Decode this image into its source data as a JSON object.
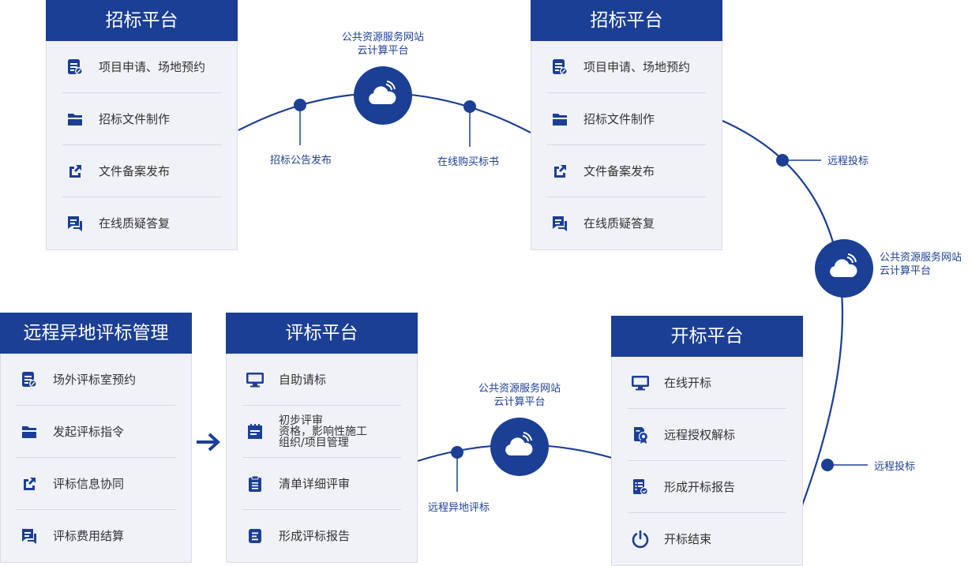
{
  "colors": {
    "primary": "#1b3f95",
    "card_bg": "#f1f2f8",
    "text": "#333333"
  },
  "cloud_caption": "公共资源服务网站\n云计算平台",
  "cards": {
    "bidding_1": {
      "title": "招标平台",
      "items": [
        {
          "icon": "document-edit-icon",
          "label": "项目申请、场地预约"
        },
        {
          "icon": "folder-icon",
          "label": "招标文件制作"
        },
        {
          "icon": "external-link-icon",
          "label": "文件备案发布"
        },
        {
          "icon": "chat-icon",
          "label": "在线质疑答复"
        }
      ]
    },
    "bidding_2": {
      "title": "招标平台",
      "items": [
        {
          "icon": "document-edit-icon",
          "label": "项目申请、场地预约"
        },
        {
          "icon": "folder-icon",
          "label": "招标文件制作"
        },
        {
          "icon": "external-link-icon",
          "label": "文件备案发布"
        },
        {
          "icon": "chat-icon",
          "label": "在线质疑答复"
        }
      ]
    },
    "remote_eval": {
      "title": "远程异地评标管理",
      "items": [
        {
          "icon": "document-edit-icon",
          "label": "场外评标室预约"
        },
        {
          "icon": "folder-icon",
          "label": "发起评标指令"
        },
        {
          "icon": "external-link-icon",
          "label": "评标信息协同"
        },
        {
          "icon": "chat-icon",
          "label": "评标费用结算"
        }
      ]
    },
    "evaluation": {
      "title": "评标平台",
      "items": [
        {
          "icon": "monitor-icon",
          "label": "自助请标"
        },
        {
          "icon": "notepad-icon",
          "label": "初步评审\n资格，影响性施工\n组织/项目管理"
        },
        {
          "icon": "clipboard-icon",
          "label": "清单详细评审"
        },
        {
          "icon": "list-document-icon",
          "label": "形成评标报告"
        }
      ]
    },
    "opening": {
      "title": "开标平台",
      "items": [
        {
          "icon": "monitor-icon",
          "label": "在线开标"
        },
        {
          "icon": "certificate-icon",
          "label": "远程授权解标"
        },
        {
          "icon": "checklist-icon",
          "label": "形成开标报告"
        },
        {
          "icon": "power-icon",
          "label": "开标结束"
        }
      ]
    }
  },
  "steps": {
    "announcement": "招标公告发布",
    "buy_docs": "在线购买标书",
    "remote_bid_1": "远程投标",
    "remote_bid_2": "远程投标",
    "remote_eval": "远程异地评标"
  }
}
